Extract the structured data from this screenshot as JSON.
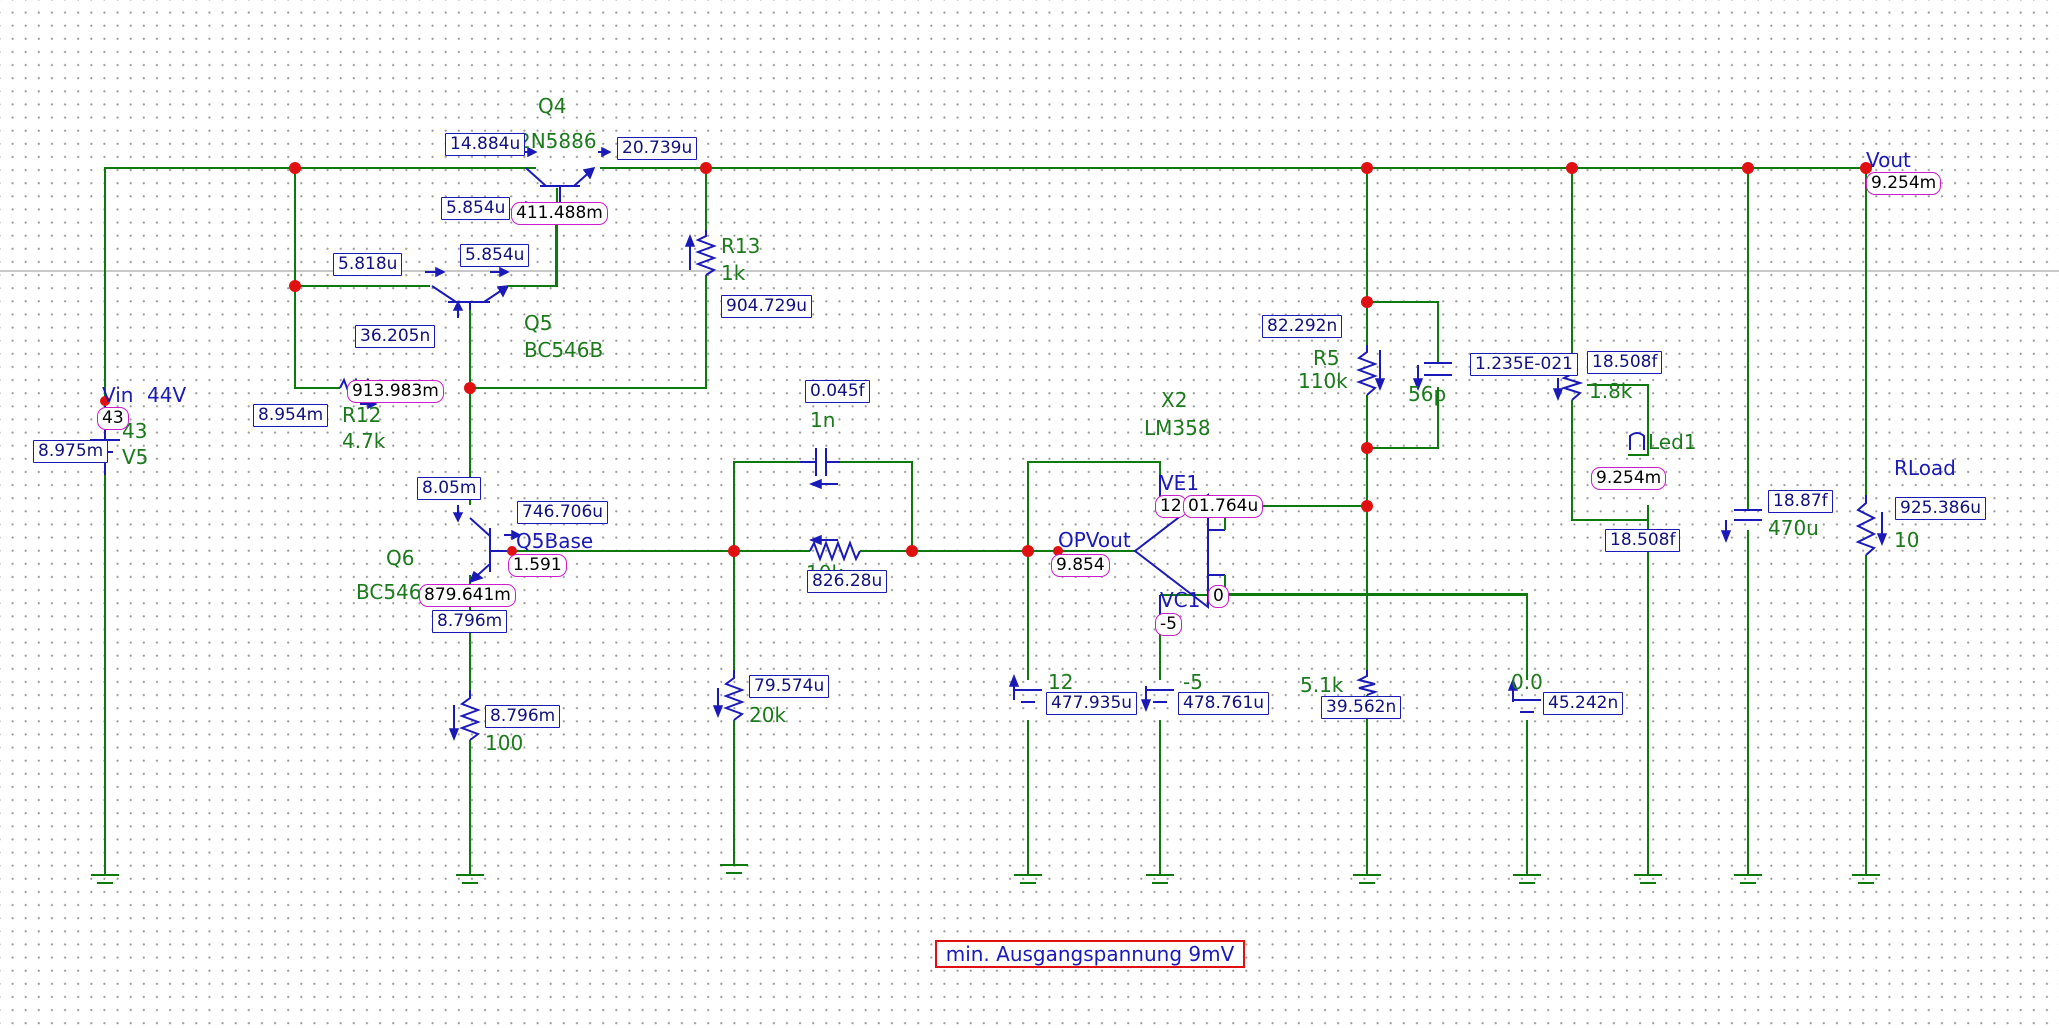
{
  "components": {
    "q4": {
      "name": "Q4",
      "type": "2N5886"
    },
    "q5": {
      "name": "Q5",
      "type": "BC546B"
    },
    "q6": {
      "name": "Q6",
      "type": "BC546"
    },
    "r13": {
      "name": "R13",
      "value": "1k"
    },
    "r12": {
      "name": "R12",
      "value": "4.7k"
    },
    "r5": {
      "name": "R5",
      "value": "110k"
    },
    "x2": {
      "name": "X2",
      "type": "LM358",
      "pin_ve": "VE1",
      "pin_vc": "VC1",
      "output": "OPVout"
    },
    "vin": {
      "name": "Vin",
      "label": "44V",
      "value": "43",
      "ref": "V5"
    },
    "cap_1n": "1n",
    "cap_56p": "56p",
    "cap_470u": "470u",
    "res_10k": "10k",
    "res_20k": "20k",
    "res_100": "100",
    "res_51k": "5.1k",
    "res_18k": "1.8k",
    "src_12": "12",
    "src_m5": "-5",
    "src_0": "0.0",
    "led": "Led1",
    "rload": {
      "name": "RLoad",
      "value": "10"
    },
    "q6base": "Q5Base",
    "vout": "Vout"
  },
  "readouts": {
    "q4_ib": "14.884u",
    "q4_ie": "20.739u",
    "q4_vb": "411.488m",
    "q5_ic": "5.854u",
    "q5_ib_top": "5.854u",
    "q5_ie": "5.818u",
    "q5_ibase": "36.205n",
    "node_q5": "913.983m",
    "r12_i": "8.954m",
    "r13_i": "904.729u",
    "vin_v": "43",
    "vin_i": "8.975m",
    "q6_ic": "8.05m",
    "q6_ib": "746.706u",
    "q6_vb": "1.591",
    "q6_ve": "879.641m",
    "q6_ie": "8.796m",
    "r100_i": "8.796m",
    "cap1n_i": "0.045f",
    "r10k_i": "826.28u",
    "r20k_i": "79.574u",
    "opvout_v": "9.854",
    "x2_ve_v": "12",
    "x2_ve_i": "01.764u",
    "x2_vc_v": "-5",
    "x2_in_v": "0",
    "src12_i": "477.935u",
    "srcm5_i": "478.761u",
    "r5_i": "82.292n",
    "r51k_i": "39.562n",
    "src0_i": "45.242n",
    "pot_i1": "1.235E-021",
    "pot_i2": "18.508f",
    "led_v": "9.254m",
    "led_i": "18.508f",
    "cap470_i": "18.87f",
    "vout_v": "9.254m",
    "rload_i": "925.386u"
  },
  "note": "min. Ausgangspannung 9mV",
  "colors": {
    "wire": "#0e7a0e",
    "component": "#1a1ab8",
    "node": "#e01010",
    "voltage_box": "#cc1ccc",
    "note_border": "#e01010"
  }
}
